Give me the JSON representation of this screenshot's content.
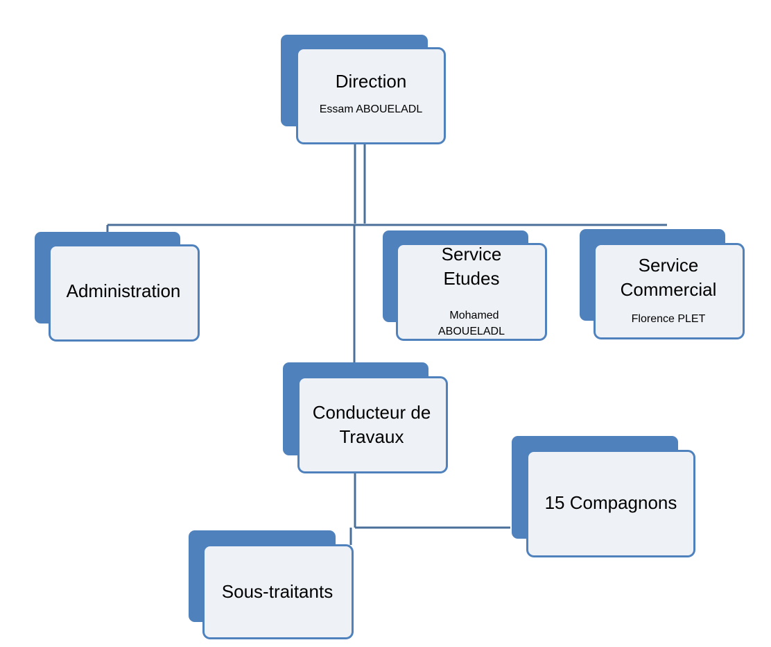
{
  "nodes": {
    "direction": {
      "title": "Direction",
      "subtitle": "Essam ABOUELADL"
    },
    "administration": {
      "title": "Administration"
    },
    "service_etudes": {
      "title_line1": "Service",
      "title_line2": "Etudes",
      "subtitle_line1": "Mohamed",
      "subtitle_line2": "ABOUELADL"
    },
    "service_commercial": {
      "title_line1": "Service",
      "title_line2": "Commercial",
      "subtitle": "Florence PLET"
    },
    "conducteur": {
      "title_line1": "Conducteur de",
      "title_line2": "Travaux"
    },
    "compagnons": {
      "title": "15 Compagnons"
    },
    "sous_traitants": {
      "title": "Sous-traitants"
    }
  },
  "colors": {
    "box_shadow": "#4f81bd",
    "box_face": "#eef2f6",
    "box_border": "#4f81bd",
    "connector": "#4a6f98"
  }
}
